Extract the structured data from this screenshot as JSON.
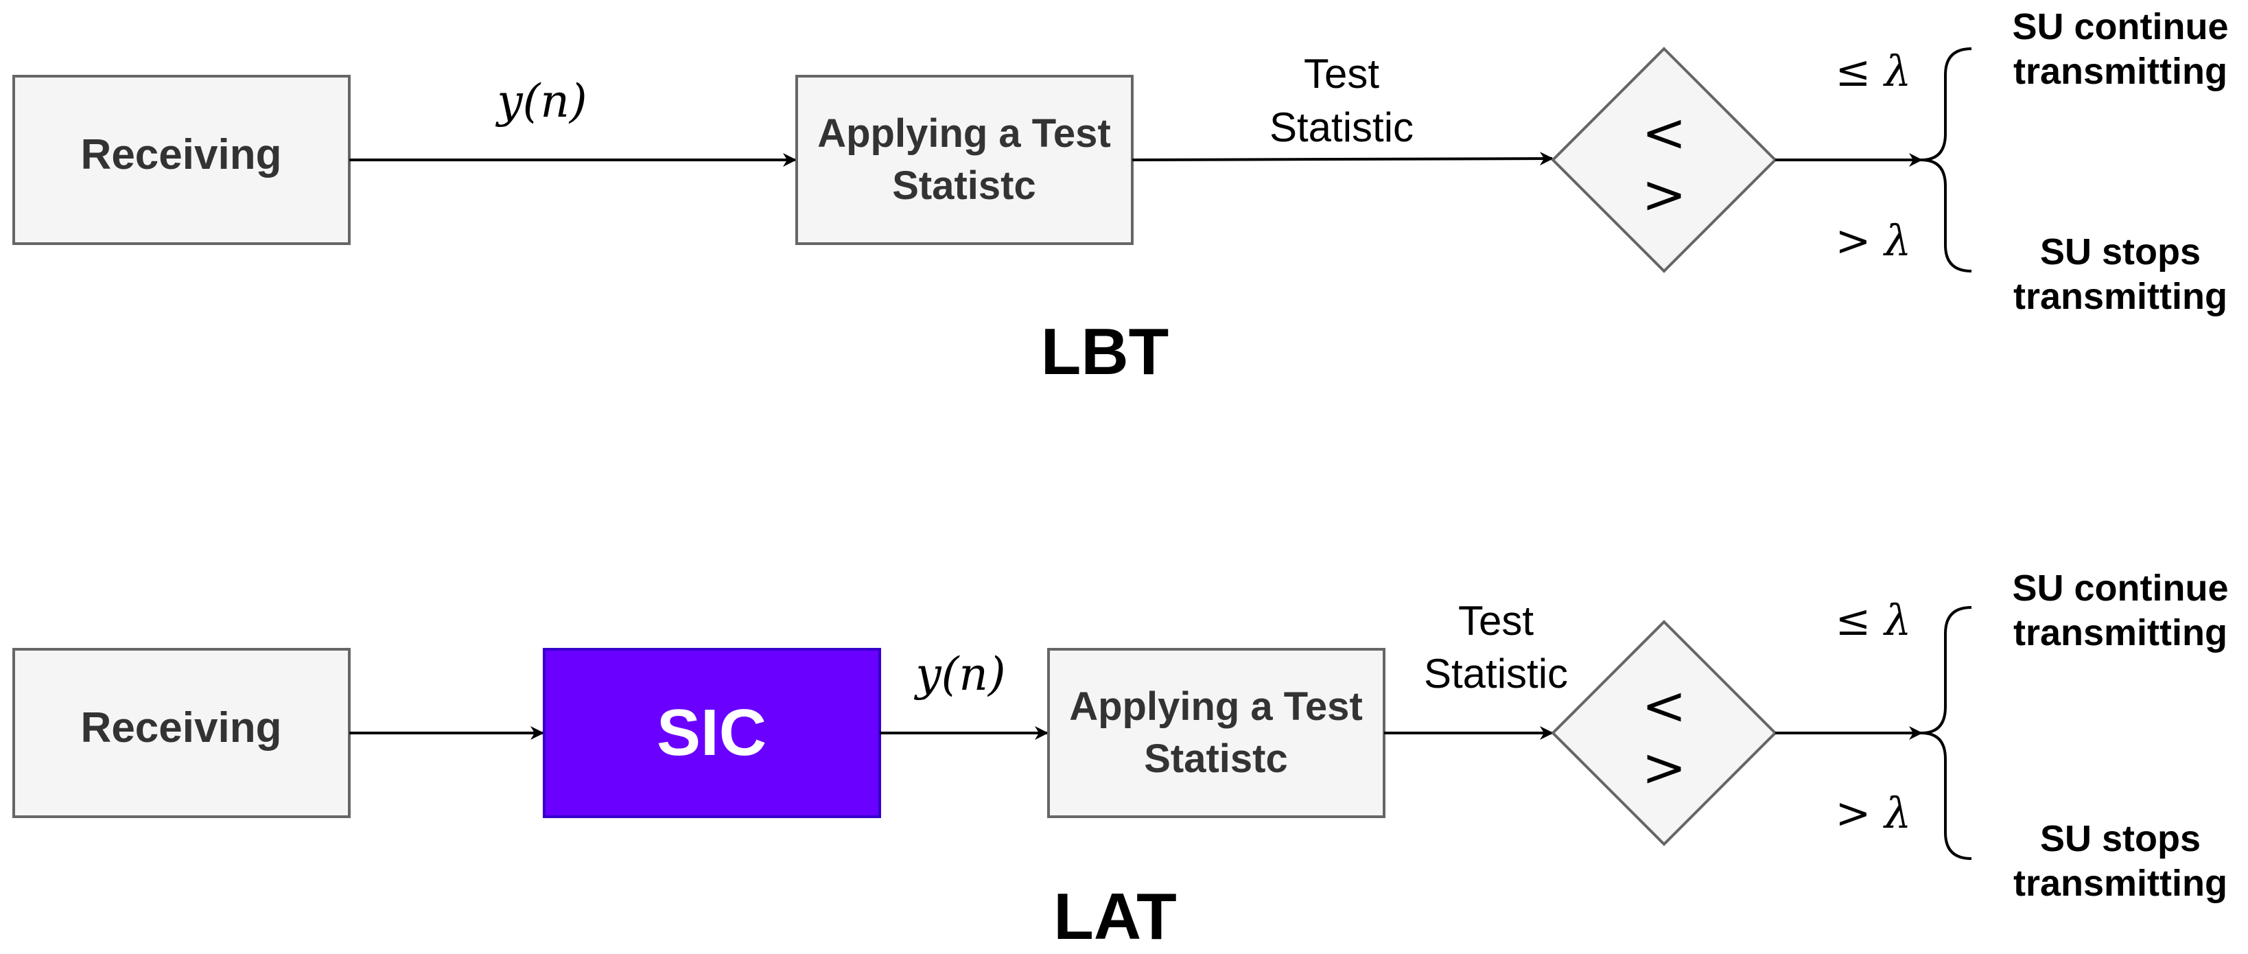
{
  "colors": {
    "box_fill": "#f5f5f5",
    "box_stroke": "#666666",
    "box_text": "#333333",
    "sic_fill": "#6a00ff",
    "sic_stroke": "#3700cc",
    "sic_text": "#ffffff",
    "arrow": "#000000"
  },
  "lbt": {
    "title": "LBT",
    "receiving_label": "Receiving",
    "signal_label": "y(n)",
    "test_box_line1": "Applying a Test",
    "test_box_line2": "Statistc",
    "test_stat_line1": "Test",
    "test_stat_line2": "Statistic",
    "compare_upper": "<",
    "compare_lower": ">",
    "cond_le": "≤ λ",
    "cond_gt": "> λ",
    "continue_line1": "SU continue",
    "continue_line2": "transmitting",
    "stop_line1": "SU stops",
    "stop_line2": "transmitting"
  },
  "lat": {
    "title": "LAT",
    "receiving_label": "Receiving",
    "sic_label": "SIC",
    "signal_label": "y(n)",
    "test_box_line1": "Applying a Test",
    "test_box_line2": "Statistc",
    "test_stat_line1": "Test",
    "test_stat_line2": "Statistic",
    "compare_upper": "<",
    "compare_lower": ">",
    "cond_le": "≤ λ",
    "cond_gt": "> λ",
    "continue_line1": "SU continue",
    "continue_line2": "transmitting",
    "stop_line1": "SU stops",
    "stop_line2": "transmitting"
  }
}
